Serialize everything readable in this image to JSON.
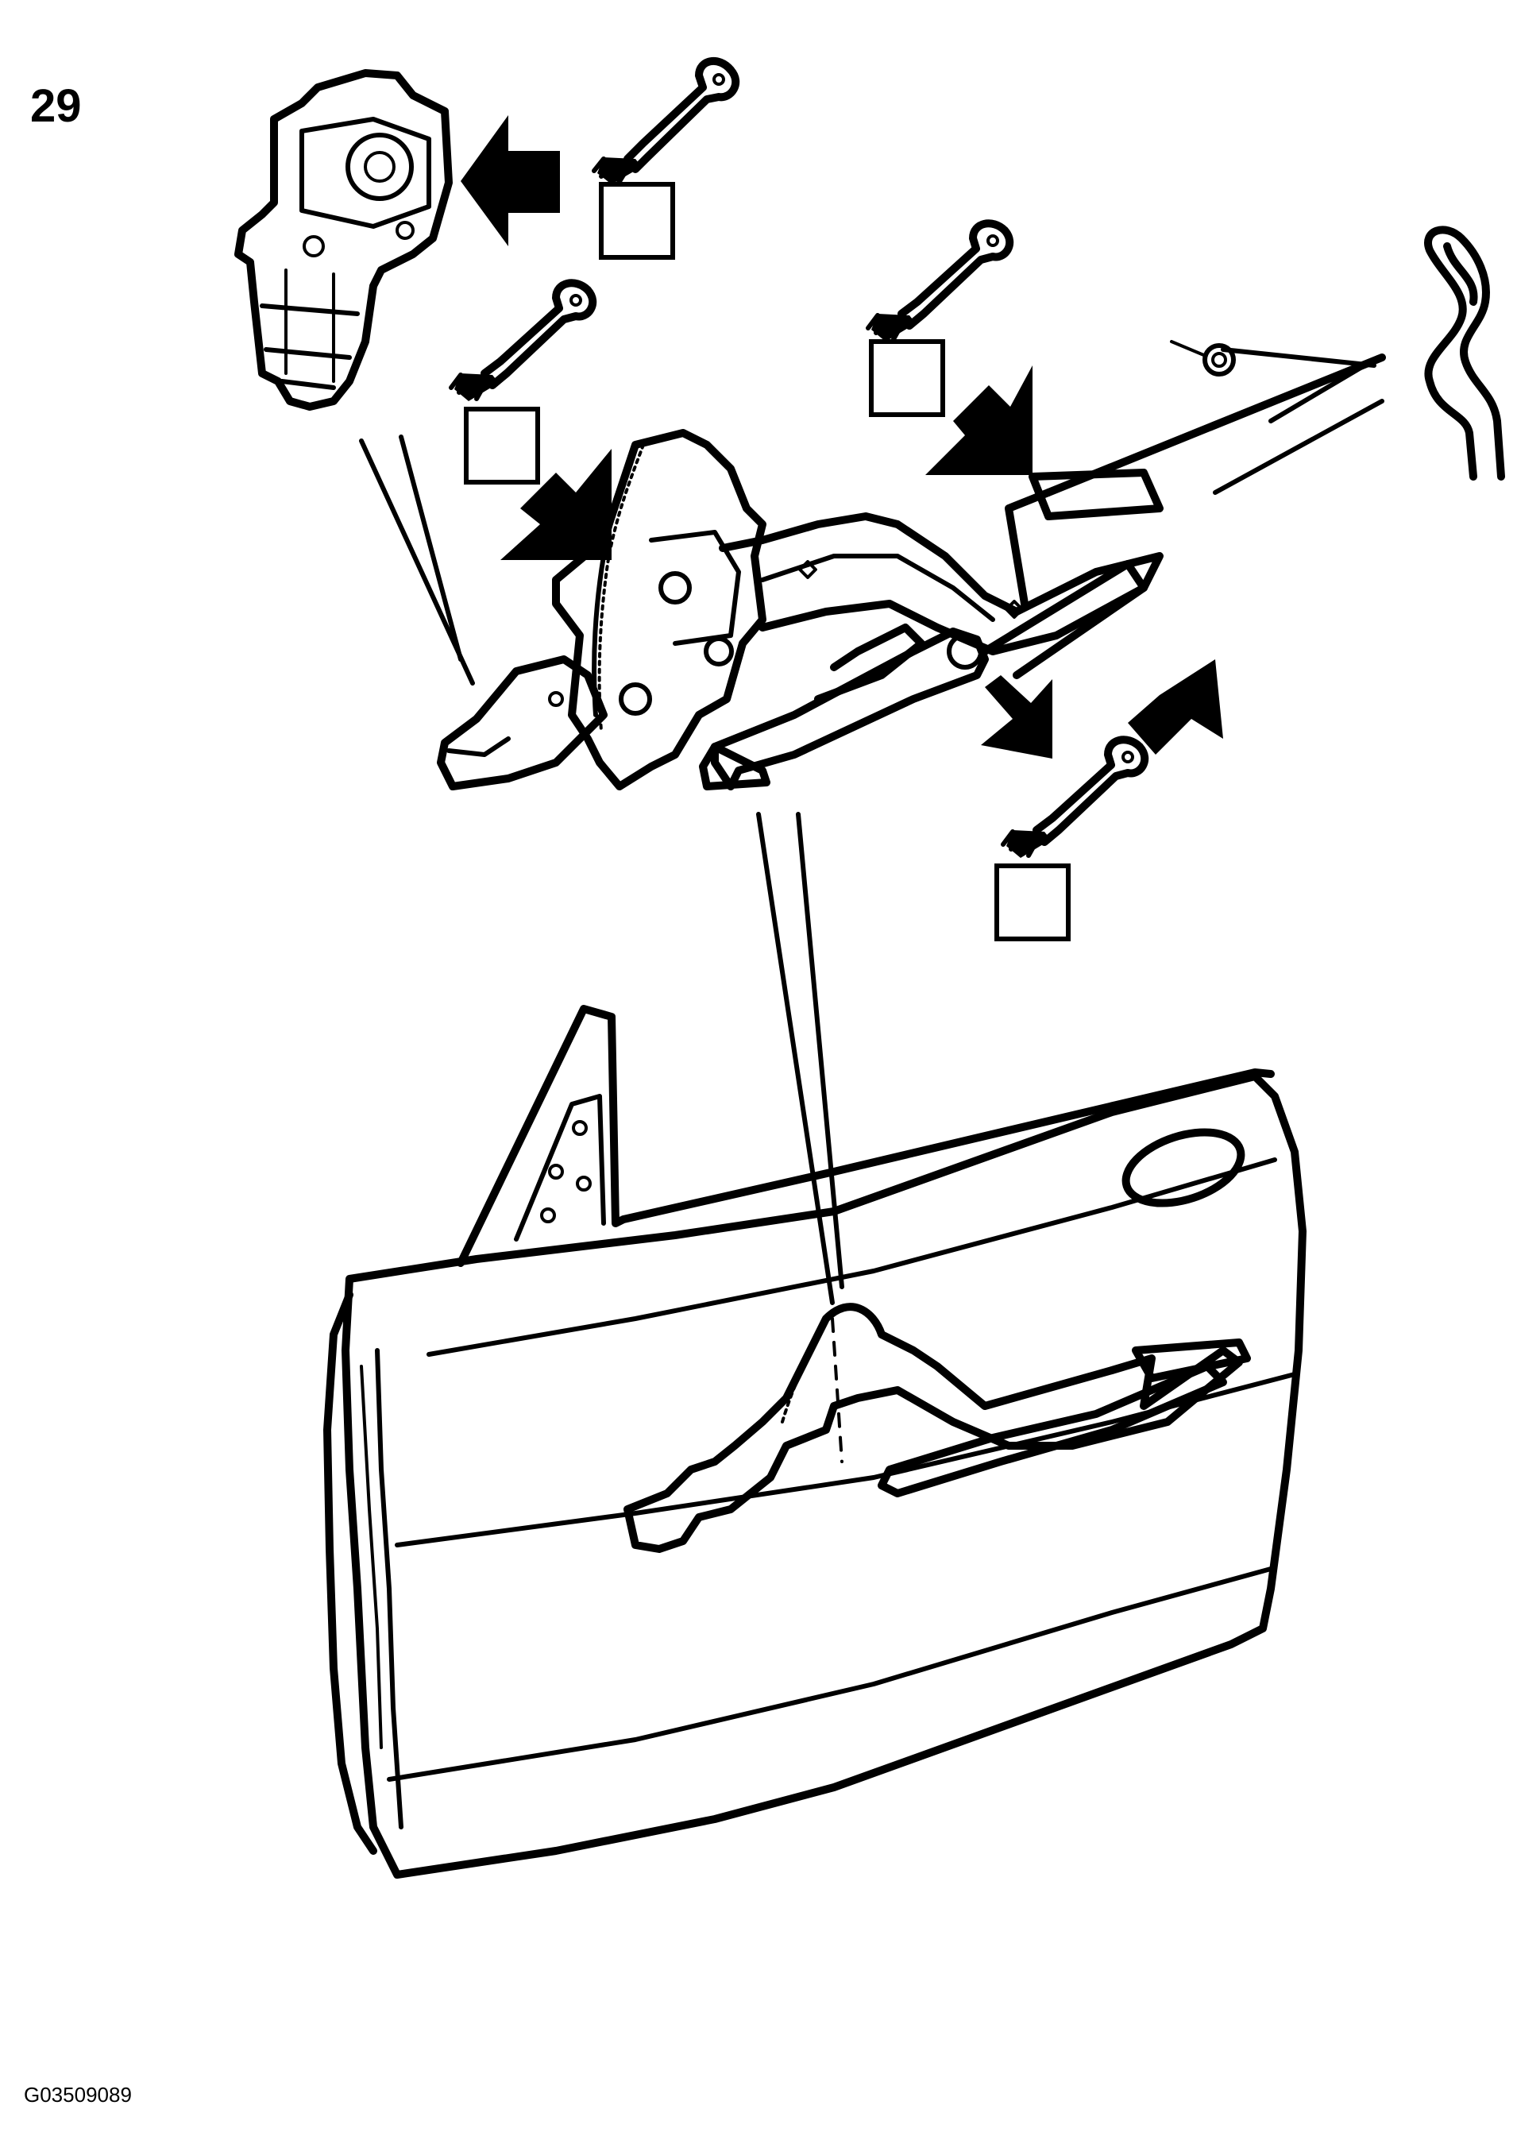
{
  "diagram": {
    "step_number": "29",
    "figure_code": "G03509089"
  },
  "icons": {
    "grease_brush_count": 4,
    "arrow_count": 5,
    "retaining_clip": "hairpin-clip-icon"
  }
}
